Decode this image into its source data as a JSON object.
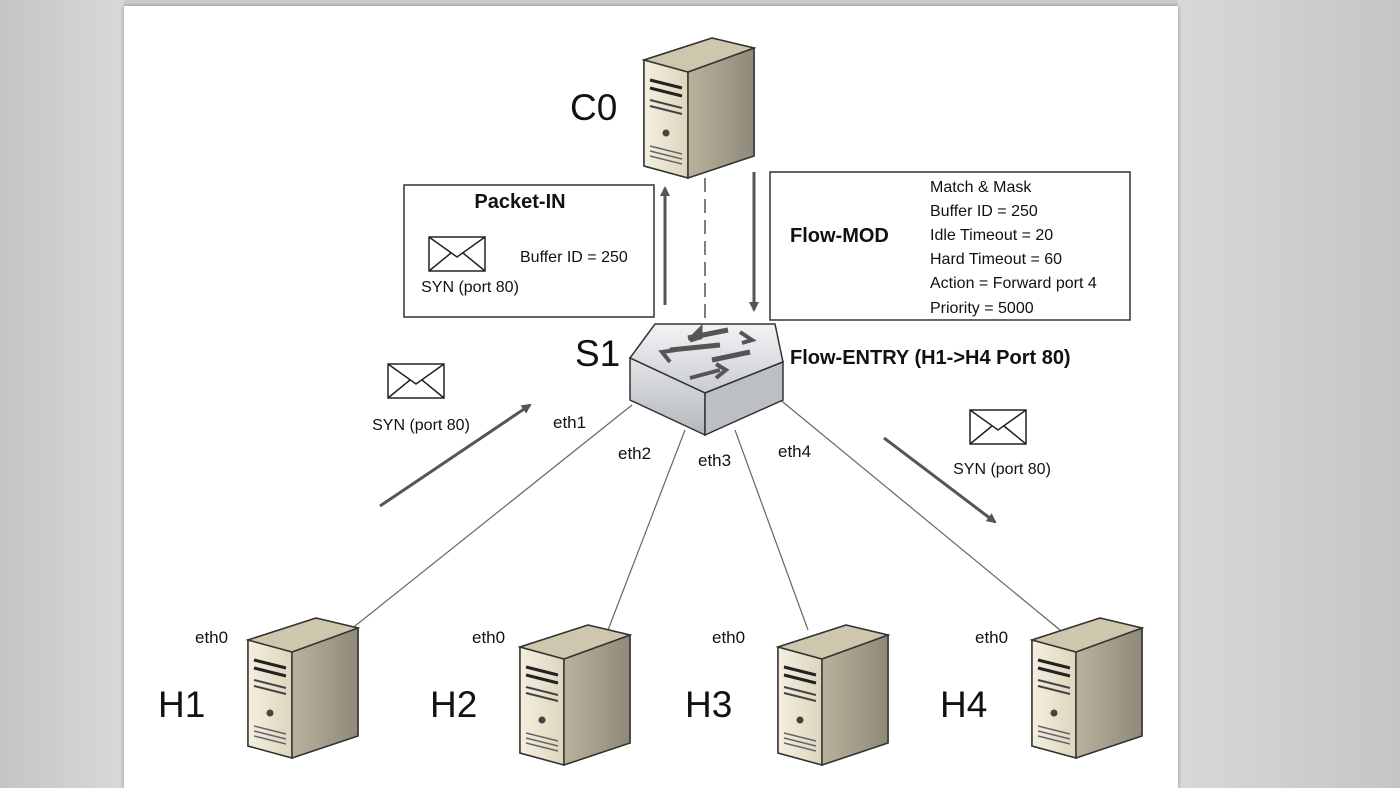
{
  "nodes": {
    "controller": "C0",
    "switch": "S1",
    "hosts": [
      "H1",
      "H2",
      "H3",
      "H4"
    ]
  },
  "ports": {
    "switch": [
      "eth1",
      "eth2",
      "eth3",
      "eth4"
    ],
    "host": "eth0"
  },
  "packet_in": {
    "title": "Packet-IN",
    "envelope_label": "SYN (port 80)",
    "buffer_text": "Buffer ID = 250"
  },
  "flow_mod": {
    "title": "Flow-MOD",
    "lines": [
      "Match & Mask",
      "Buffer ID = 250",
      "Idle Timeout = 20",
      "Hard Timeout = 60",
      "Action = Forward port 4",
      "Priority = 5000"
    ]
  },
  "flow_entry": "Flow-ENTRY (H1->H4 Port 80)",
  "syn_in_label": "SYN (port 80)",
  "syn_out_label": "SYN (port 80)"
}
